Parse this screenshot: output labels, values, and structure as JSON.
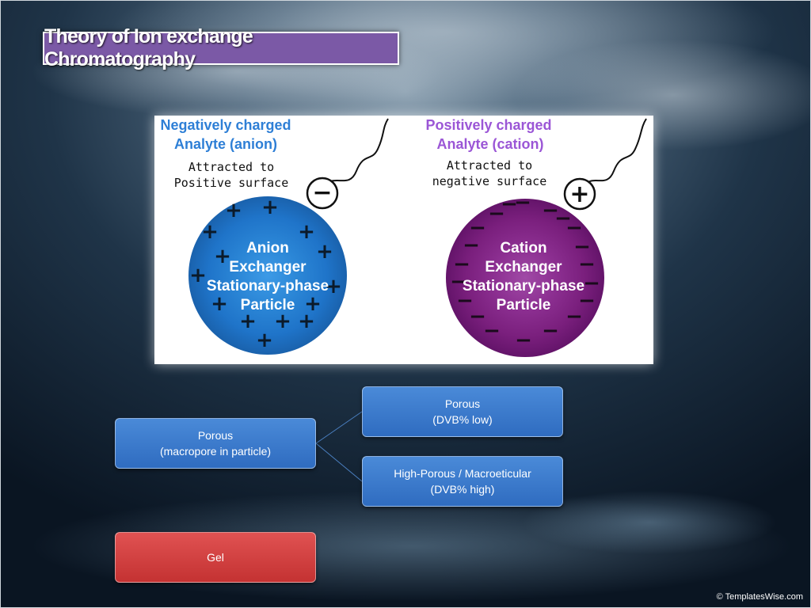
{
  "slide": {
    "title": "Theory of Ion exchange Chromatography",
    "credit": "© TemplatesWise.com"
  },
  "diagram": {
    "left": {
      "header_line1": "Negatively charged",
      "header_line2": "Analyte (anion)",
      "desc_line1": "Attracted to",
      "desc_line2": "Positive surface",
      "sphere_line1": "Anion",
      "sphere_line2": "Exchanger",
      "sphere_line3": "Stationary-phase",
      "sphere_line4": "Particle",
      "charge_symbol": "+",
      "analyte_symbol": "−",
      "header_color": "#2e7fd6",
      "sphere_color": "#1f74c9"
    },
    "right": {
      "header_line1": "Positively charged",
      "header_line2": "Analyte (cation)",
      "desc_line1": "Attracted to",
      "desc_line2": "negative surface",
      "sphere_line1": "Cation",
      "sphere_line2": "Exchanger",
      "sphere_line3": "Stationary-phase",
      "sphere_line4": "Particle",
      "charge_symbol": "−",
      "analyte_symbol": "+",
      "header_color": "#9b56d6",
      "sphere_color": "#7a1f7d"
    }
  },
  "tree": {
    "root": {
      "line1": "Porous",
      "line2": "(macropore in particle)"
    },
    "child1": {
      "line1": "Porous",
      "line2": "(DVB% low)"
    },
    "child2": {
      "line1": "High-Porous / Macroeticular",
      "line2": "(DVB% high)"
    },
    "gel": {
      "label": "Gel"
    }
  }
}
